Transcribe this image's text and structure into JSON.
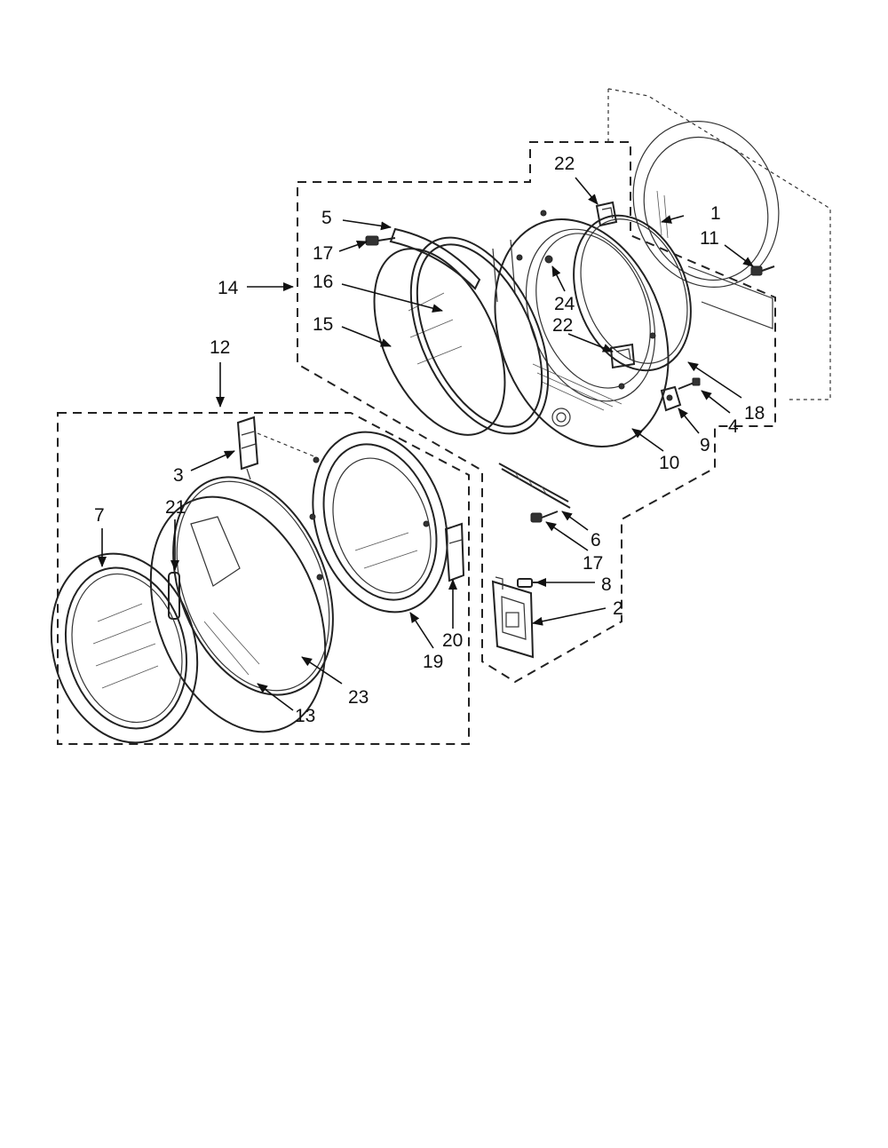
{
  "callouts": [
    {
      "id": "l1",
      "text": "1"
    },
    {
      "id": "l2",
      "text": "2"
    },
    {
      "id": "l3",
      "text": "3"
    },
    {
      "id": "l4",
      "text": "4"
    },
    {
      "id": "l5",
      "text": "5"
    },
    {
      "id": "l6",
      "text": "6"
    },
    {
      "id": "l7",
      "text": "7"
    },
    {
      "id": "l8",
      "text": "8"
    },
    {
      "id": "l9",
      "text": "9"
    },
    {
      "id": "l10",
      "text": "10"
    },
    {
      "id": "l11",
      "text": "11"
    },
    {
      "id": "l12",
      "text": "12"
    },
    {
      "id": "l13",
      "text": "13"
    },
    {
      "id": "l14",
      "text": "14"
    },
    {
      "id": "l15",
      "text": "15"
    },
    {
      "id": "l16",
      "text": "16"
    },
    {
      "id": "l17a",
      "text": "17"
    },
    {
      "id": "l17b",
      "text": "17"
    },
    {
      "id": "l18",
      "text": "18"
    },
    {
      "id": "l19",
      "text": "19"
    },
    {
      "id": "l20",
      "text": "20"
    },
    {
      "id": "l21",
      "text": "21"
    },
    {
      "id": "l22a",
      "text": "22"
    },
    {
      "id": "l22b",
      "text": "22"
    },
    {
      "id": "l23",
      "text": "23"
    },
    {
      "id": "l24",
      "text": "24"
    }
  ]
}
